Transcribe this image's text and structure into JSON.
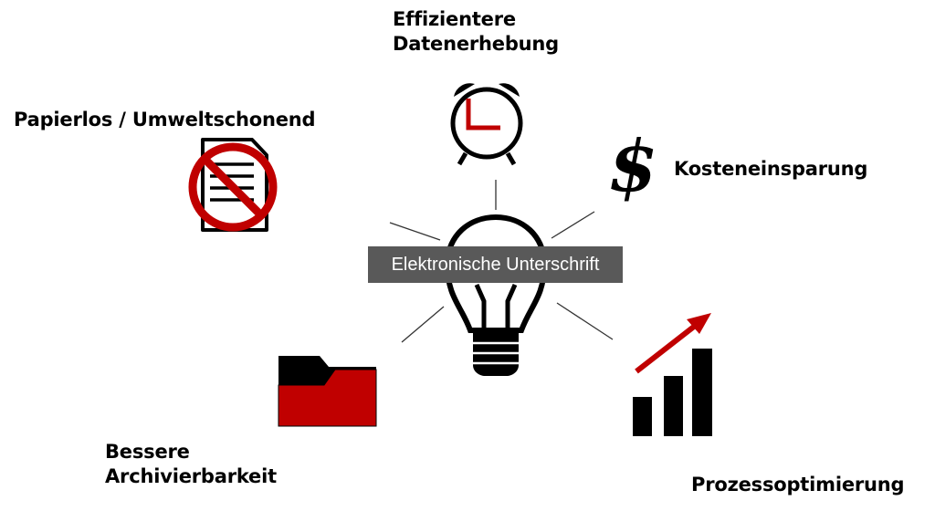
{
  "center": {
    "label": "Elektronische Unterschrift"
  },
  "benefits": [
    {
      "line1": "Effizientere",
      "line2": "Datenerhebung",
      "icon": "alarm-clock-icon"
    },
    {
      "line1": "Papierlos / Umweltschonend",
      "icon": "no-paper-icon"
    },
    {
      "line1": "Kosteneinsparung",
      "icon": "dollar-icon"
    },
    {
      "line1": "Bessere",
      "line2": "Archivierbarkeit",
      "icon": "folder-icon"
    },
    {
      "line1": "Prozessoptimierung",
      "icon": "growth-chart-icon"
    }
  ],
  "icons": {
    "dollar_glyph": "$"
  },
  "colors": {
    "accent": "#c00000",
    "label_bg": "#595959"
  }
}
